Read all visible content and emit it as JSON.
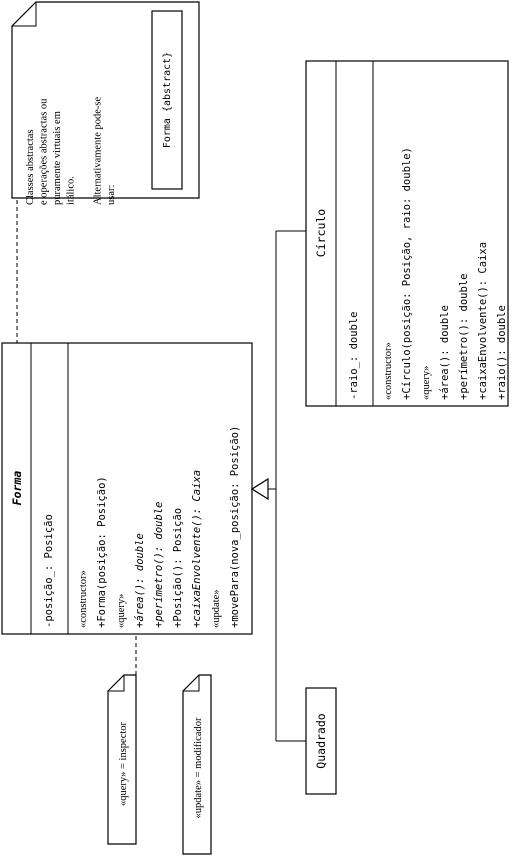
{
  "forma": {
    "name": "Forma",
    "attributes": [
      "-posição_: Posição"
    ],
    "operations": [
      {
        "text": "«constructor»",
        "style": "stereo"
      },
      {
        "text": "+Forma(posição: Posição)",
        "style": "mono"
      },
      {
        "text": "«query»",
        "style": "stereo"
      },
      {
        "text": "+área(): double",
        "style": "italic"
      },
      {
        "text": "+perímetro(): double",
        "style": "italic"
      },
      {
        "text": "+Posição(): Posição",
        "style": "mono"
      },
      {
        "text": "+caixaEnvolvente(): Caixa",
        "style": "italic"
      },
      {
        "text": "«update»",
        "style": "stereo"
      },
      {
        "text": "+movePara(nova_posição: Posição)",
        "style": "mono"
      }
    ]
  },
  "circulo": {
    "name": "Círculo",
    "attributes": [
      "-raio_: double"
    ],
    "operations": [
      {
        "text": "«constructor»",
        "style": "stereo"
      },
      {
        "text": "+Círculo(posição: Posição, raio: double)",
        "style": "mono"
      },
      {
        "text": "«query»",
        "style": "stereo"
      },
      {
        "text": "+área(): double",
        "style": "mono"
      },
      {
        "text": "+perímetro(): double",
        "style": "mono"
      },
      {
        "text": "+caixaEnvolvente(): Caixa",
        "style": "mono"
      },
      {
        "text": "+raio(): double",
        "style": "mono"
      }
    ]
  },
  "quadrado": {
    "name": "Quadrado"
  },
  "note_abstract": {
    "lines": [
      "Classes abstractas",
      "e operações abstractas ou",
      "puramente virtuais em",
      "itálico.",
      "",
      "Alternativamente pode-se",
      "usar:"
    ],
    "inner_label": "Forma {abstract}"
  },
  "note_query": {
    "text": "«query» = inspector"
  },
  "note_update": {
    "text": "«update» = modificador"
  }
}
